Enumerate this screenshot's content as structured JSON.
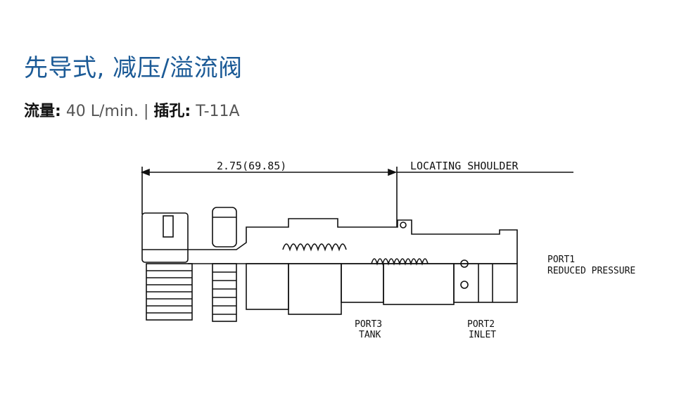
{
  "title": "先导式, 减压/溢流阀",
  "specs": {
    "flow_label": "流量:",
    "flow_value": "40 L/min.",
    "separator": "|",
    "cavity_label": "插孔:",
    "cavity_value": "T-11A"
  },
  "drawing": {
    "dimension": "2.75(69.85)",
    "shoulder_label": "LOCATING SHOULDER",
    "port1_line1": "PORT1",
    "port1_line2": "REDUCED PRESSURE",
    "port3_line1": "PORT3",
    "port3_line2": "TANK",
    "port2_line1": "PORT2",
    "port2_line2": "INLET"
  }
}
